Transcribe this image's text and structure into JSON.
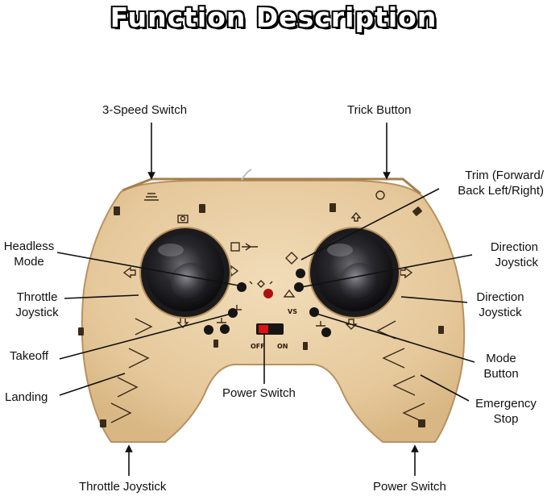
{
  "title": "Function Description",
  "labels": {
    "three_speed_switch": "3-Speed Switch",
    "trick_button": "Trick Button",
    "trim_line1": "Trim (Forward/",
    "trim_line2": "Back Left/Right)",
    "headless_line1": "Headless",
    "headless_line2": "Mode",
    "direction_joystick_a_line1": "Direction",
    "direction_joystick_a_line2": "Joystick",
    "throttle_joystick_left_line1": "Throttle",
    "throttle_joystick_left_line2": "Joystick",
    "direction_joystick_b_line1": "Direction",
    "direction_joystick_b_line2": "Joystick",
    "takeoff": "Takeoff",
    "mode_button_line1": "Mode",
    "mode_button_line2": "Button",
    "landing": "Landing",
    "power_switch_center": "Power Switch",
    "emergency_stop_line1": "Emergency",
    "emergency_stop_line2": "Stop",
    "throttle_joystick_bottom": "Throttle Joystick",
    "power_switch_bottom": "Power Switch"
  },
  "controller_text": {
    "off": "OFF",
    "on": "ON",
    "vs": "VS"
  },
  "colors": {
    "wood": "#e9cfa6",
    "wood_edge": "#b8915e",
    "engrave": "#3a2a18",
    "power_switch_red": "#e01010",
    "leader_line": "#111111"
  }
}
